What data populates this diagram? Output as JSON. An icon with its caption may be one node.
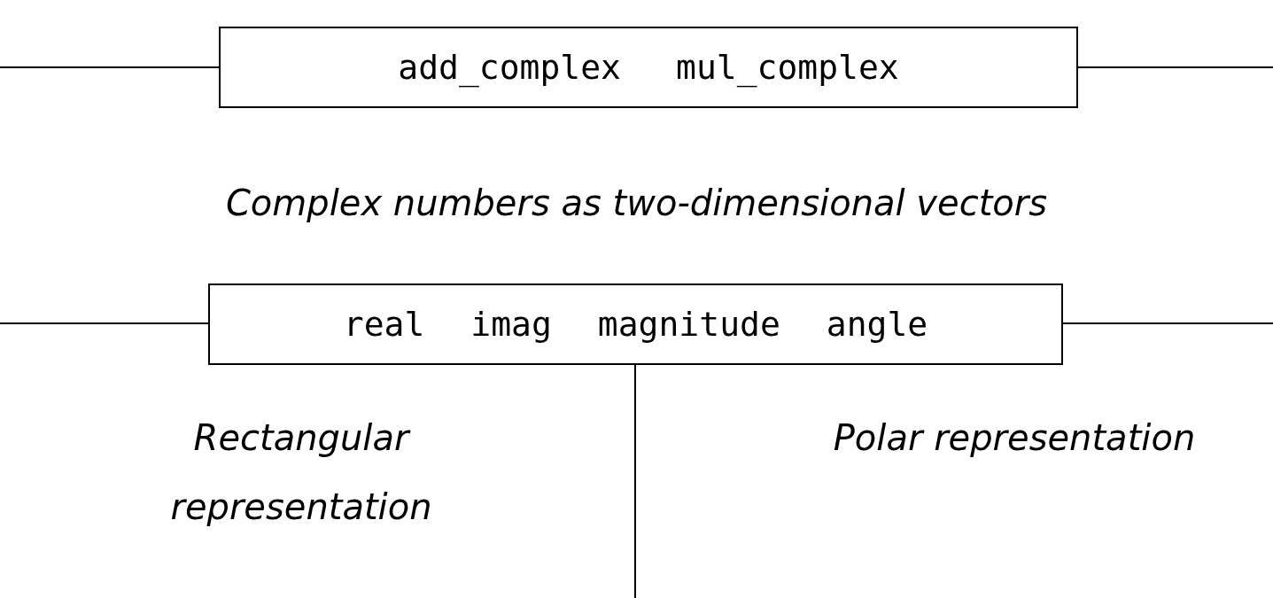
{
  "diagram": {
    "nodes": [
      {
        "text": [
          "add_complex",
          "mul_complex"
        ]
      },
      {
        "text": [
          "real",
          "imag",
          "magnitude",
          "angle"
        ]
      }
    ],
    "edges": [
      {
        "from": null,
        "to": 0,
        "arrow": "none"
      },
      {
        "from": 0,
        "to": null,
        "arrow": "none"
      },
      {
        "from": null,
        "to": 1,
        "arrow": "none"
      },
      {
        "from": 1,
        "to": null,
        "arrow": "none"
      },
      {
        "from": 1,
        "to": null,
        "arrow": "none"
      }
    ],
    "labels": [
      "Complex numbers as two-dimensional vectors",
      "Rectangular representation",
      "Polar representation"
    ]
  }
}
